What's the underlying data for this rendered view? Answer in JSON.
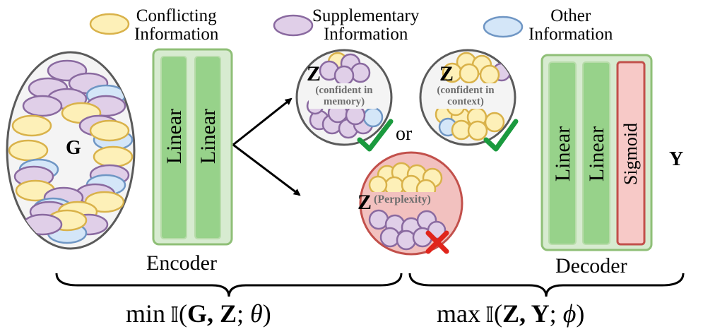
{
  "legend": {
    "conflicting": "Conflicting\nInformation",
    "supplementary": "Supplementary\nInformation",
    "other": "Other\nInformation"
  },
  "input_label": "G",
  "output_label": "Y",
  "encoder": {
    "layers": [
      "Linear",
      "Linear"
    ],
    "label": "Encoder"
  },
  "decoder": {
    "layers": [
      "Linear",
      "Linear",
      "Sigmoid"
    ],
    "label": "Decoder"
  },
  "states": {
    "memory": {
      "symbol": "Z",
      "note": "(confident in\nmemory)"
    },
    "context": {
      "symbol": "Z",
      "note": "(confident in\ncontext)"
    },
    "perplexity": {
      "symbol": "Z",
      "note": "(Perplexity)"
    }
  },
  "connector": "or",
  "objectives": {
    "left": {
      "op": "min",
      "args": "G, Z",
      "param": "θ"
    },
    "right": {
      "op": "max",
      "args": "Z, Y",
      "param": "ϕ"
    }
  },
  "colors": {
    "conflicting_fill": "#fdf0b8",
    "conflicting_stroke": "#d9b24a",
    "supplementary_fill": "#e0cfe8",
    "supplementary_stroke": "#8a6aa0",
    "other_fill": "#d4e6f8",
    "other_stroke": "#6f96c4",
    "linear_fill": "#97d28a",
    "block_border": "#8fbf77",
    "sigmoid_fill": "#f7c9c7",
    "sigmoid_border": "#c2504b",
    "check": "#1a9a3e",
    "cross": "#e0241b",
    "perplexity_bg": "#f2c1bf"
  }
}
